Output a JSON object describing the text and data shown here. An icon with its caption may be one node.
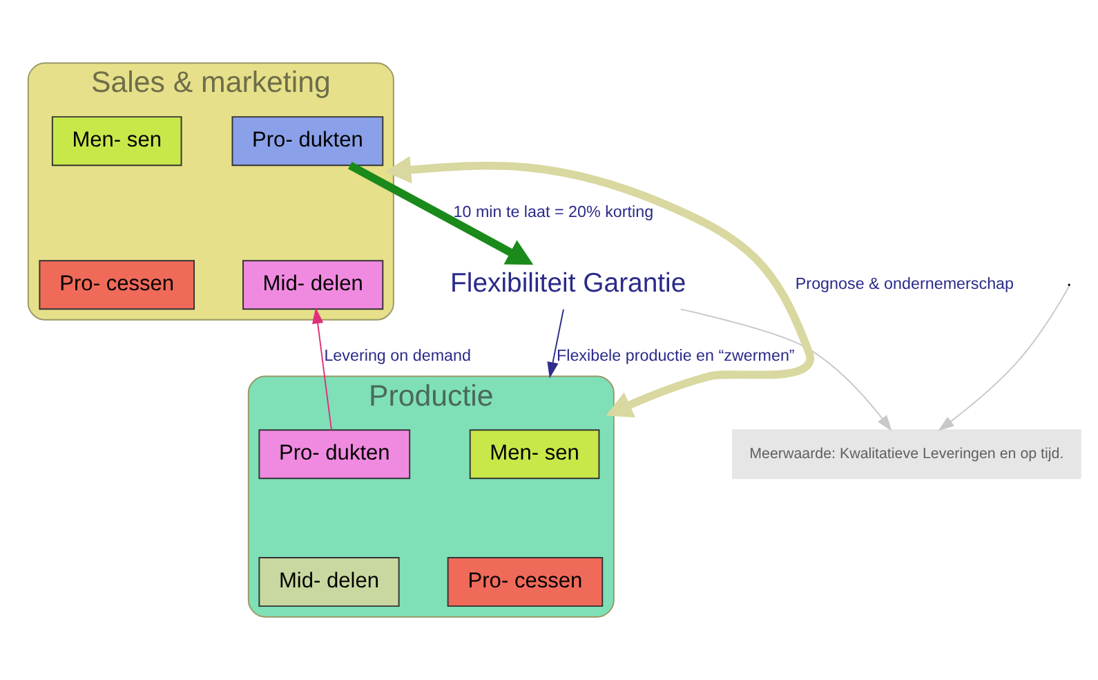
{
  "diagram": {
    "nodes": [
      {
        "text": [
          "Sales & marketing"
        ]
      },
      {
        "text": [
          "Men- sen"
        ],
        "in": 0
      },
      {
        "text": [
          "Pro- dukten"
        ],
        "in": 0
      },
      {
        "text": [
          "Pro- cessen"
        ],
        "in": 0
      },
      {
        "text": [
          "Mid- delen"
        ],
        "in": 0
      },
      {
        "text": [
          "Flexibiliteit Garantie"
        ]
      },
      {
        "text": [
          "Meerwaarde: Kwalitatieve Leveringen en op tijd."
        ]
      },
      {
        "text": [
          "Productie"
        ]
      },
      {
        "text": [
          "Men- sen"
        ],
        "in": 7
      },
      {
        "text": [
          "Pro- dukten"
        ],
        "in": 7
      },
      {
        "text": [
          "Pro- cessen"
        ],
        "in": 7
      },
      {
        "text": [
          "Mid- delen"
        ],
        "in": 7
      }
    ],
    "edges": [
      {
        "from": 2,
        "to": 5,
        "arrow": "to",
        "label": "10 min te laat = 20% korting",
        "style": "thick",
        "color": "#1a8a1a"
      },
      {
        "from": 5,
        "to": 6,
        "arrow": "to",
        "color": "#c8c8c8"
      },
      {
        "from": null,
        "to": 6,
        "arrow": "to",
        "color": "#c8c8c8"
      },
      {
        "from": 9,
        "to": 4,
        "arrow": "to",
        "label": "Levering on demand",
        "color": "#e0307a"
      },
      {
        "from": 5,
        "to": 7,
        "arrow": "to",
        "label": "Flexibele productie en “zwermen”",
        "color": "#2e2e8a"
      },
      {
        "from": 7,
        "to": 0,
        "arrow": "both",
        "label": "Prognose & ondernemerschap",
        "style": "thick",
        "color": "#d8d8a0"
      }
    ]
  }
}
